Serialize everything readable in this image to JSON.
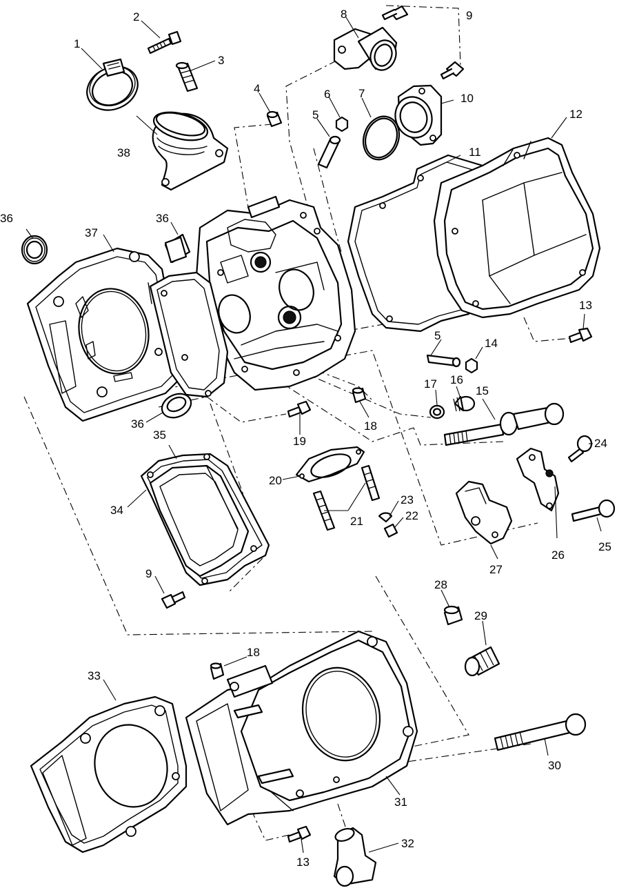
{
  "callouts": [
    {
      "id": "c1",
      "text": "1"
    },
    {
      "id": "c2",
      "text": "2"
    },
    {
      "id": "c3",
      "text": "3"
    },
    {
      "id": "c4",
      "text": "4"
    },
    {
      "id": "c5a",
      "text": "5"
    },
    {
      "id": "c5b",
      "text": "5"
    },
    {
      "id": "c6",
      "text": "6"
    },
    {
      "id": "c7",
      "text": "7"
    },
    {
      "id": "c8",
      "text": "8"
    },
    {
      "id": "c9a",
      "text": "9"
    },
    {
      "id": "c9b",
      "text": "9"
    },
    {
      "id": "c10",
      "text": "10"
    },
    {
      "id": "c11",
      "text": "11"
    },
    {
      "id": "c12",
      "text": "12"
    },
    {
      "id": "c13a",
      "text": "13"
    },
    {
      "id": "c13b",
      "text": "13"
    },
    {
      "id": "c14",
      "text": "14"
    },
    {
      "id": "c15",
      "text": "15"
    },
    {
      "id": "c16",
      "text": "16"
    },
    {
      "id": "c17",
      "text": "17"
    },
    {
      "id": "c18a",
      "text": "18"
    },
    {
      "id": "c18b",
      "text": "18"
    },
    {
      "id": "c19",
      "text": "19"
    },
    {
      "id": "c20",
      "text": "20"
    },
    {
      "id": "c21",
      "text": "21"
    },
    {
      "id": "c22",
      "text": "22"
    },
    {
      "id": "c23",
      "text": "23"
    },
    {
      "id": "c24",
      "text": "24"
    },
    {
      "id": "c25",
      "text": "25"
    },
    {
      "id": "c26",
      "text": "26"
    },
    {
      "id": "c27",
      "text": "27"
    },
    {
      "id": "c28",
      "text": "28"
    },
    {
      "id": "c29",
      "text": "29"
    },
    {
      "id": "c30",
      "text": "30"
    },
    {
      "id": "c31",
      "text": "31"
    },
    {
      "id": "c32",
      "text": "32"
    },
    {
      "id": "c33",
      "text": "33"
    },
    {
      "id": "c34",
      "text": "34"
    },
    {
      "id": "c35",
      "text": "35"
    },
    {
      "id": "c36a",
      "text": "36"
    },
    {
      "id": "c36b",
      "text": "36"
    },
    {
      "id": "c36c",
      "text": "36"
    },
    {
      "id": "c37",
      "text": "37"
    },
    {
      "id": "c38",
      "text": "38"
    }
  ]
}
